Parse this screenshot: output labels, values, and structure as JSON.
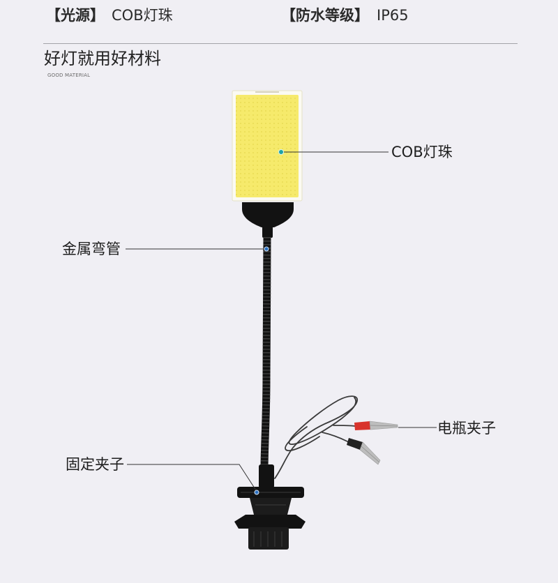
{
  "header": {
    "light_source_label": "【光源】",
    "light_source_value": "COB灯珠",
    "waterproof_label": "【防水等级】",
    "waterproof_value": "IP65"
  },
  "section": {
    "title": "好灯就用好材料",
    "subtitle": "GOOD MATERIAL"
  },
  "callouts": {
    "cob": "COB灯珠",
    "gooseneck": "金属弯管",
    "battery_clips": "电瓶夹子",
    "mount_clip": "固定夹子"
  },
  "colors": {
    "background": "#f0eff4",
    "text": "#222222",
    "panel": "#f6ea6b",
    "marker_teal": "#1fa3a3",
    "marker_blue": "#2a6fc0",
    "body": "#121212",
    "clip_red": "#d8332c"
  }
}
